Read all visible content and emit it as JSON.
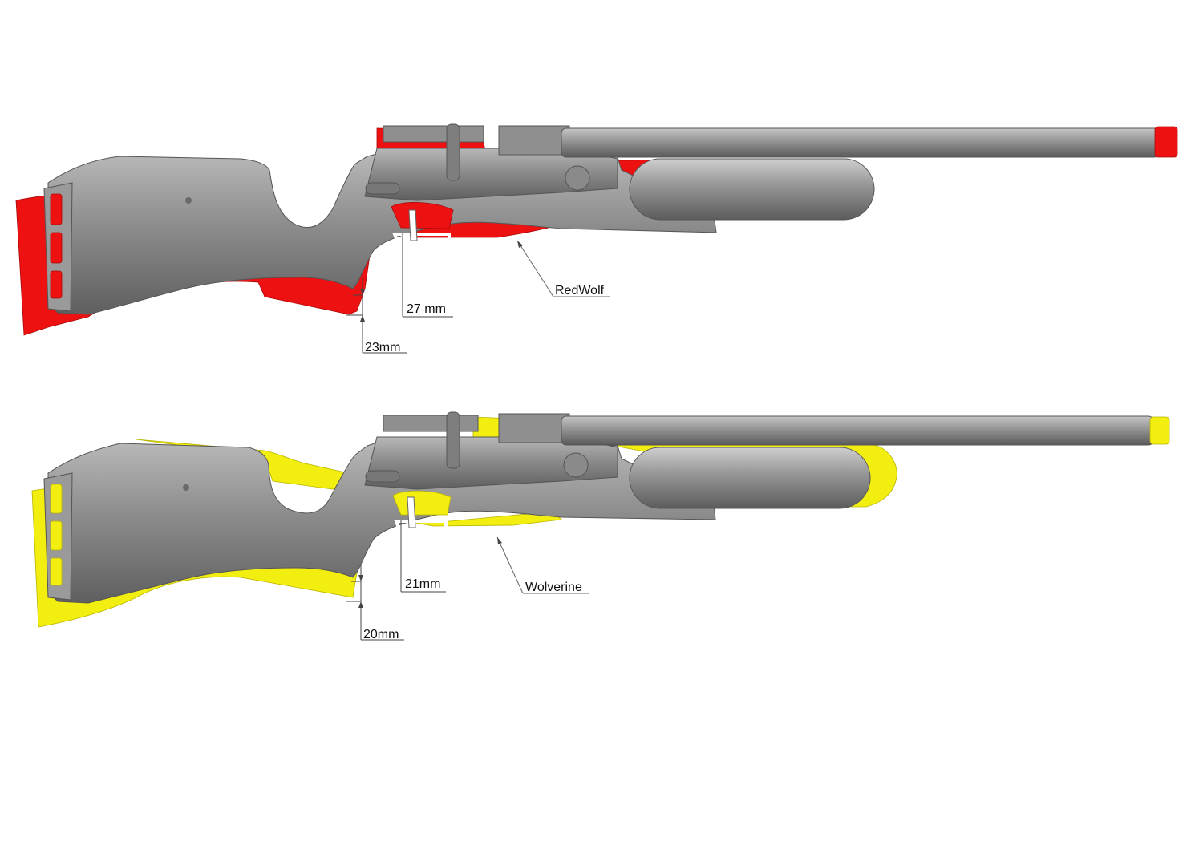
{
  "colors": {
    "background": "#ffffff",
    "metal": "#8a8a8a",
    "metal_dark": "#5e5e5e",
    "metal_light": "#b5b5b5",
    "redwolf_accent": "#ee1111",
    "wolverine_accent": "#f2ee10"
  },
  "models": [
    {
      "label": "RedWolf",
      "accent_key": "redwolf_accent",
      "trigger_dim": "27 mm",
      "grip_dim": "23mm"
    },
    {
      "label": "Wolverine",
      "accent_key": "wolverine_accent",
      "trigger_dim": "21mm",
      "grip_dim": "20mm"
    }
  ]
}
